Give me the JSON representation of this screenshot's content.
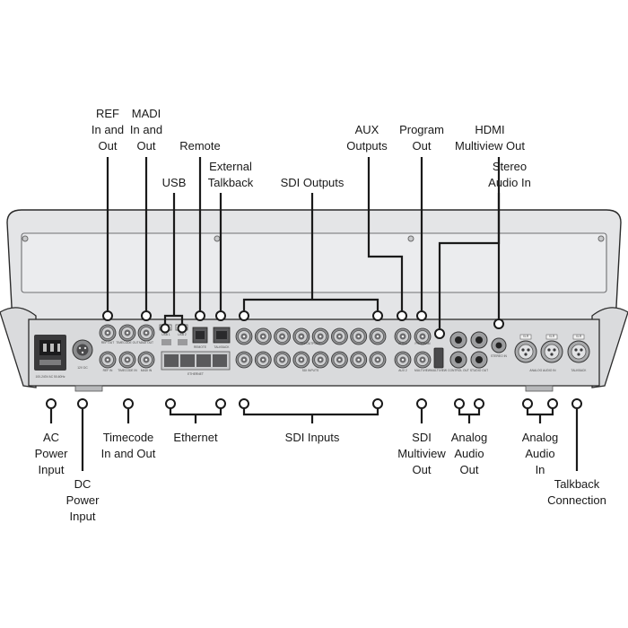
{
  "top_callouts": {
    "ref": [
      "REF",
      "In and",
      "Out"
    ],
    "madi": [
      "MADI",
      "In and",
      "Out"
    ],
    "usb": [
      "USB"
    ],
    "remote": [
      "Remote"
    ],
    "external_talkback": [
      "External",
      "Talkback"
    ],
    "sdi_outputs": [
      "SDI Outputs"
    ],
    "aux_outputs": [
      "AUX",
      "Outputs"
    ],
    "program_out": [
      "Program",
      "Out"
    ],
    "hdmi_multiview_out": [
      "HDMI",
      "Multiview Out"
    ],
    "stereo_audio_in": [
      "Stereo",
      "Audio In"
    ]
  },
  "bottom_callouts": {
    "ac_power": [
      "AC",
      "Power",
      "Input"
    ],
    "dc_power": [
      "DC",
      "Power",
      "Input"
    ],
    "timecode": [
      "Timecode",
      "In and Out"
    ],
    "ethernet": [
      "Ethernet"
    ],
    "sdi_inputs": [
      "SDI Inputs"
    ],
    "sdi_multiview_out": [
      "SDI",
      "Multiview",
      "Out"
    ],
    "analog_audio_out": [
      "Analog",
      "Audio",
      "Out"
    ],
    "analog_audio_in": [
      "Analog",
      "Audio",
      "In"
    ],
    "talkback_connection": [
      "Talkback",
      "Connection"
    ]
  },
  "panel_labels": {
    "ref_out": "REF OUT",
    "timecode_out": "TIMECODE OUT",
    "madi_out": "MADI OUT",
    "ref_in": "REF IN",
    "timecode_in": "TIMECODE IN",
    "madi_in": "MADI IN",
    "usb_1": "USB 1",
    "usb_2": "USB 2",
    "remote": "REMOTE",
    "talkback": "TALKBACK",
    "ethernet": "ETHERNET",
    "sdi_outputs": "SDI OUTPUTS",
    "sdi_inputs": "SDI INPUTS",
    "aux_1": "AUX 1",
    "program": "PROGRAM",
    "aux_2": "AUX 2",
    "multiview": "MULTIVIEW",
    "hdmi_multiview": "MULTIVIEW",
    "control_out": "CONTROL OUT",
    "studio_out": "STUDIO OUT",
    "stereo_in": "STEREO IN",
    "analog_audio_in": "ANALOG AUDIO IN",
    "talkback_in": "TALKBACK",
    "ac_power": "100-240V AC 50-60Hz",
    "dc_power": "12V DC",
    "xlr_1": "XLR",
    "xlr_2": "XLR",
    "xlr_3": "XLR"
  }
}
